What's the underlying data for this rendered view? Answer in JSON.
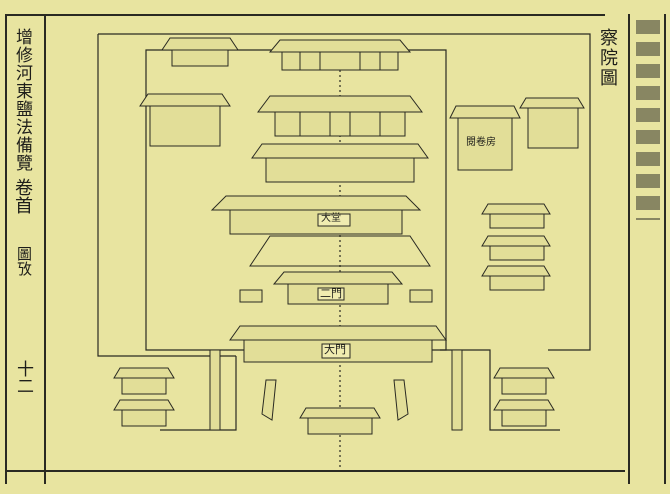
{
  "book_title": "增修河東鹽法備覽",
  "volume": "卷首",
  "section": "圖攷",
  "page_number": "十二",
  "plate_title": "察院圖",
  "building_labels": {
    "main_hall": "大堂",
    "second_gate": "二門",
    "grand_gate": "大門",
    "side_residence": "閱卷房"
  },
  "colors": {
    "paper": "#e8e4a0",
    "ink": "#1e1e1a"
  }
}
